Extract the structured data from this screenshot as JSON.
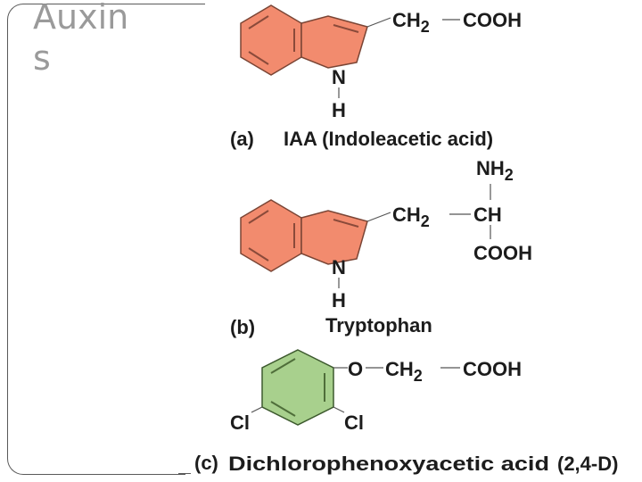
{
  "slide": {
    "title": "Auxin\ns"
  },
  "panels": [
    {
      "letter": "(a)",
      "name": "IAA (Indoleacetic acid)",
      "groups": [
        "CH",
        "2",
        "COOH"
      ],
      "ring_atoms": [
        "N",
        "H"
      ],
      "ring_color": "#F28B6E"
    },
    {
      "letter": "(b)",
      "name": "Tryptophan",
      "groups": [
        "NH",
        "2",
        "CH",
        "2",
        "CH",
        "COOH"
      ],
      "ring_atoms": [
        "N",
        "H"
      ],
      "ring_color": "#F28B6E"
    },
    {
      "letter": "(c)",
      "name": "Dichlorophenoxyacetic acid",
      "abbrev": "(2,4-D)",
      "groups": [
        "O",
        "CH",
        "2",
        "COOH"
      ],
      "substituents": [
        "Cl",
        "Cl"
      ],
      "ring_color": "#A8D08D"
    }
  ]
}
